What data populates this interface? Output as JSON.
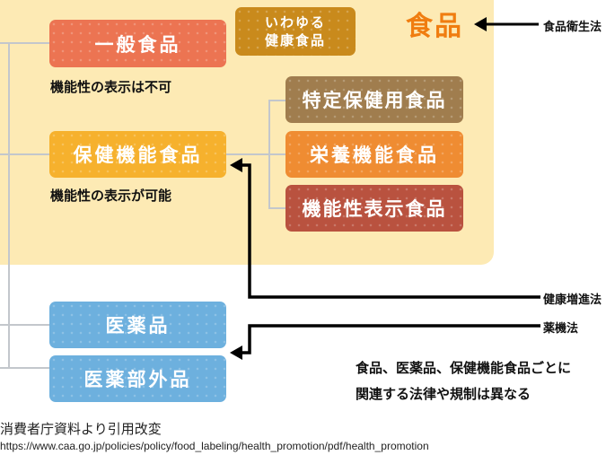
{
  "colors": {
    "panel": "#fdeab4",
    "general_food": "#ec7452",
    "so_called": "#c98a1c",
    "fnfc": "#f6b12d",
    "foshu": "#a07d4e",
    "fnfc_nutrient": "#ef8c32",
    "fflc": "#b9523f",
    "drug": "#6db0de",
    "food_label": "#f07d10"
  },
  "food_label": "食品",
  "boxes": {
    "general_food": "一般食品",
    "so_called_line1": "いわゆる",
    "so_called_line2": "健康食品",
    "fhc": "保健機能食品",
    "foshu": "特定保健用食品",
    "fnfc": "栄養機能食品",
    "fflc": "機能性表示食品",
    "drug": "医薬品",
    "quasi_drug": "医薬部外品"
  },
  "notes": {
    "not_allowed": "機能性の表示は不可",
    "allowed": "機能性の表示が可能"
  },
  "laws": {
    "food_sanitation": "食品衛生法",
    "health_promotion": "健康増進法",
    "pmd": "薬機法"
  },
  "summary": {
    "line1": "食品、医薬品、保健機能食品ごとに",
    "line2": "関連する法律や規制は異なる"
  },
  "footer": {
    "source": "消費者庁資料より引用改変",
    "url": "https://www.caa.go.jp/policies/policy/food_labeling/health_promotion/pdf/health_promotion"
  }
}
